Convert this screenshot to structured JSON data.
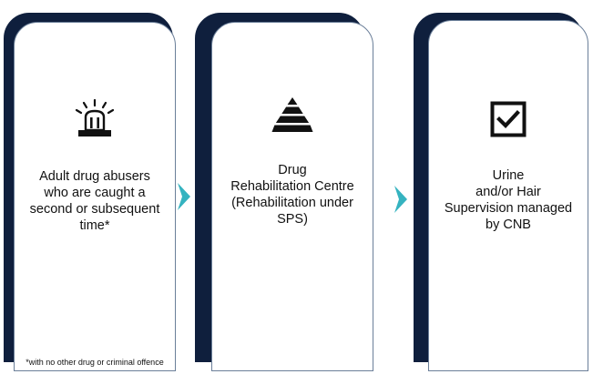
{
  "steps": [
    {
      "text": "Adult drug abusers\nwho are caught a\nsecond or subsequent\ntime*",
      "icon": "siren-icon",
      "footnote": "*with no other drug or criminal offence"
    },
    {
      "text": "Drug\nRehabilitation Centre\n(Rehabilitation under\nSPS)",
      "icon": "pyramid-icon"
    },
    {
      "text": "Urine\nand/or Hair\nSupervision managed\nby CNB",
      "icon": "checkbox-icon"
    }
  ],
  "colors": {
    "card_back": "#0f1f3d",
    "arrow": "#35b3c0",
    "icon": "#111111"
  }
}
